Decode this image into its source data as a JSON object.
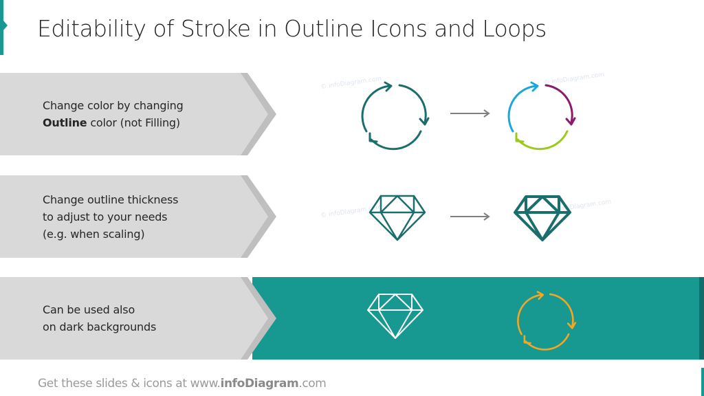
{
  "title": "Editability of Stroke in Outline Icons and Loops",
  "colors": {
    "teal_accent": "#179891",
    "teal_dark_icon": "#1a6e6b",
    "chevron_fill": "#d9d9d9",
    "chevron_border": "#bfbfbf",
    "arrow_gray": "#7f7f7f",
    "loop_blue": "#1ba7d9",
    "loop_purple": "#8a1a6e",
    "loop_green": "#9acb1a",
    "loop_orange": "#f5a623",
    "white": "#ffffff"
  },
  "rows": [
    {
      "text_line1": "Change color by changing",
      "text_bold": "Outline",
      "text_line2_rest": " color (not Filling)",
      "left_icon": "loop-arrows-icon",
      "arrow_icon": "right-arrow-icon",
      "right_icon": "multicolor-loop-arrows-icon",
      "watermark": "© infoDiagram.com"
    },
    {
      "text_line1": "Change outline thickness",
      "text_line2": "to adjust to your needs",
      "text_line3": "(e.g. when scaling)",
      "left_icon": "thin-diamond-icon",
      "arrow_icon": "right-arrow-icon",
      "right_icon": "thick-diamond-icon",
      "watermark": "© infoDiagram.com"
    },
    {
      "text_line1": "Can be used also",
      "text_line2": "on dark backgrounds",
      "left_icon": "white-diamond-icon",
      "right_icon": "orange-loop-arrows-icon"
    }
  ],
  "footer": {
    "prefix": "Get these slides & icons at www.",
    "brand": "infoDiagram",
    "suffix": ".com"
  }
}
